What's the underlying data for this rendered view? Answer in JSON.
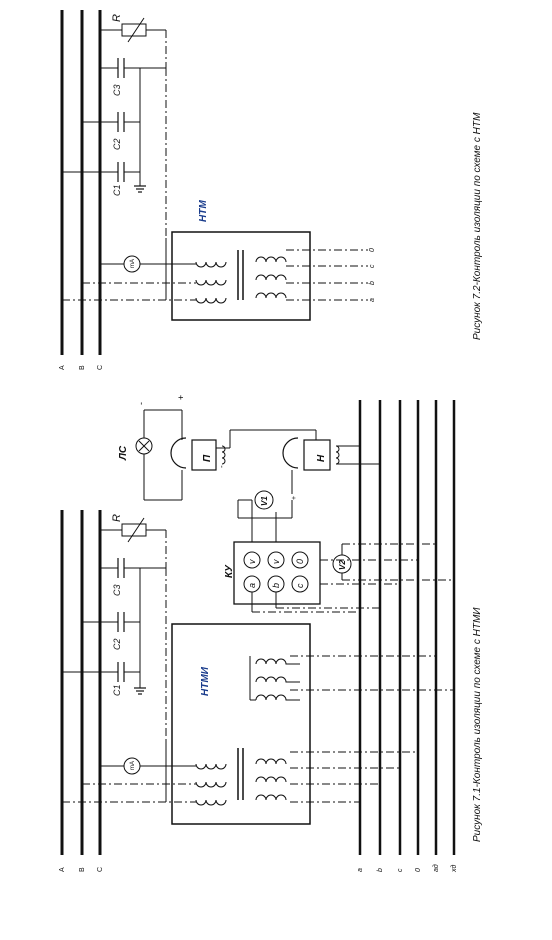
{
  "figure_top": {
    "caption": "Рисунок 7.2-Контроль изоляции по схеме с НТМ",
    "buses": [
      "A",
      "B",
      "C"
    ],
    "transformer_label": "НТМ",
    "resistor_label": "R",
    "capacitors": [
      "C1",
      "C2",
      "C3"
    ],
    "meter_label": "mA",
    "secondary_terminals": [
      "0",
      "c",
      "b",
      "a"
    ]
  },
  "figure_bottom": {
    "caption": "Рисунок 7.1-Контроль изоляции по схеме с НТМИ",
    "buses": [
      "A",
      "B",
      "C"
    ],
    "transformer_label": "НТМИ",
    "resistor_label": "R",
    "capacitors": [
      "C1",
      "C2",
      "C3"
    ],
    "meter_label": "mA",
    "lamp_label": "ЛС",
    "relay_p_label": "П",
    "relay_n_label": "Н",
    "switch_label": "КУ",
    "switch_contacts": [
      "a",
      "v",
      "b",
      "v",
      "c",
      "0"
    ],
    "voltmeters": [
      "V1",
      "V2"
    ],
    "polarity_minus": "-",
    "polarity_plus": "+",
    "secondary_buses": [
      "a",
      "b",
      "c",
      "0",
      "aд",
      "xд"
    ]
  },
  "colors": {
    "ink": "#111111",
    "label_blue": "#1a3c8c"
  }
}
